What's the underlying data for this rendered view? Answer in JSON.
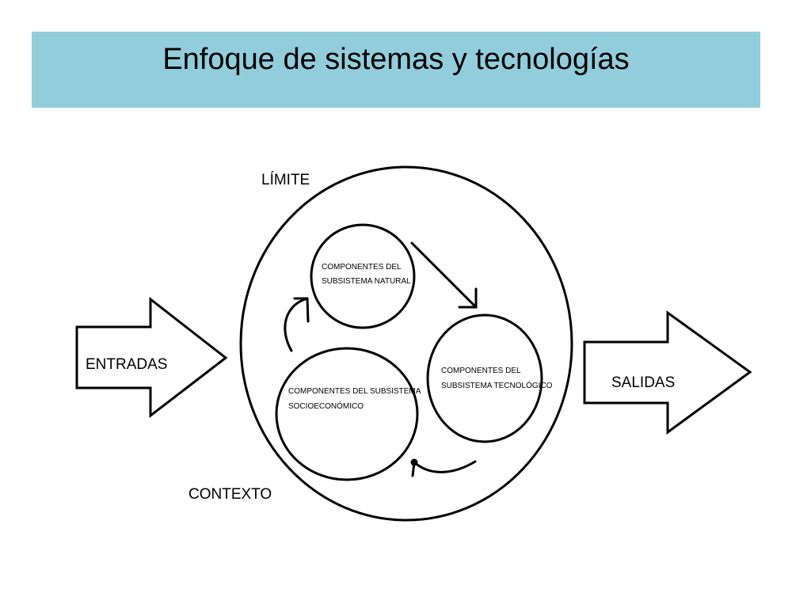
{
  "title": "Enfoque de sistemas y tecnologías",
  "diagram": {
    "limit_label": "LÍMITE",
    "context_label": "CONTEXTO",
    "inputs_label": "ENTRADAS",
    "outputs_label": "SALIDAS",
    "natural": {
      "line1": "COMPONENTES DEL",
      "line2": "SUBSISTEMA NATURAL"
    },
    "technological": {
      "line1": "COMPONENTES DEL",
      "line2": "SUBSISTEMA TECNOLÓGICO"
    },
    "socioeconomic": {
      "line1": "COMPONENTES DEL SUBSISTEMA",
      "line2": "SOCIOECONÓMICO"
    }
  },
  "colors": {
    "title_bar": "#92cddc",
    "stroke": "#000000"
  }
}
